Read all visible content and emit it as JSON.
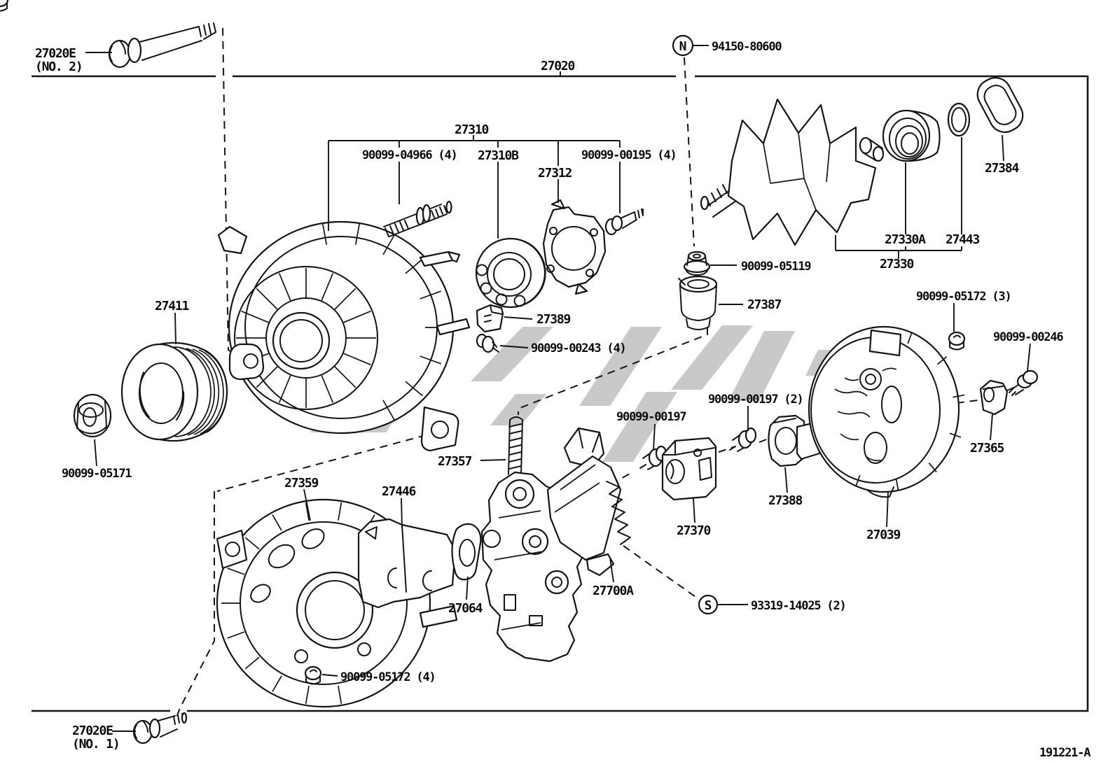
{
  "diagram": {
    "type": "exploded-parts-diagram",
    "subject": "alternator",
    "sheet_code": "191221-A",
    "background_color": "#ffffff",
    "line_color": "#141414",
    "watermark_color": "#c9c9c9"
  },
  "labels": {
    "bolt_no2_l1": "27020E",
    "bolt_no2_l2": "(NO. 2)",
    "alternator_assy": "27020",
    "nut_n_marker": "N",
    "nut_n": "94150-80600",
    "stator_assy": "27310",
    "stud_bolt": "90099-04966 (4)",
    "front_bearing": "27310B",
    "bearing_retainer": "27312",
    "bolt_00195": "90099-00195 (4)",
    "pulley": "27411",
    "pulley_nut": "90099-05171",
    "terminal_cover": "27389",
    "screw_00243": "90099-00243 (4)",
    "rotor_bearing": "27330A",
    "bearing_ring": "27443",
    "rotor": "27330",
    "seal_boot": "27384",
    "terminal_nut": "90099-05119",
    "terminal_insulator": "27387",
    "nut_05172_3": "90099-05172 (3)",
    "bolt_00246": "90099-00246",
    "screw_00197": "90099-00197",
    "screw_00197_2": "90099-00197 (2)",
    "lead_terminal": "27365",
    "rear_housing": "27359",
    "bracket": "27446",
    "brush_holder": "27357",
    "plate_washer": "27064",
    "regulator": "27700A",
    "connector_cover": "27370",
    "rear_terminal_cover": "27388",
    "rear_end_cover": "27039",
    "screw_s_marker": "S",
    "screw_93319": "93319-14025 (2)",
    "nut_05172_4": "90099-05172 (4)",
    "bolt_no1_l1": "27020E",
    "bolt_no1_l2": "(NO. 1)",
    "sheet_code": "191221-A"
  }
}
